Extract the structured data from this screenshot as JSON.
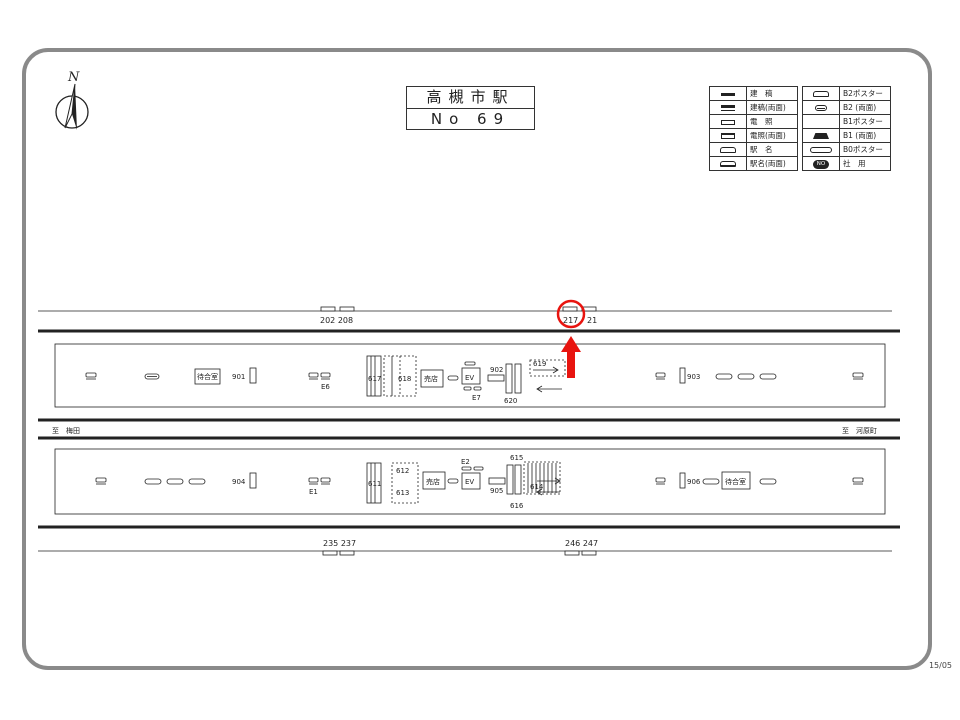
{
  "header": {
    "north_letter": "N",
    "station_name": "高槻市駅",
    "station_no": "No 69"
  },
  "legend": {
    "left": [
      {
        "icon": "filled-bar-icon",
        "label": "建　稿"
      },
      {
        "icon": "double-filled-bar-icon",
        "label": "建稿(両面)"
      },
      {
        "icon": "outline-rect-icon",
        "label": "電　照"
      },
      {
        "icon": "double-outline-rect-icon",
        "label": "電照(両面)"
      },
      {
        "icon": "rounded-sign-icon",
        "label": "駅　名"
      },
      {
        "icon": "double-rounded-sign-icon",
        "label": "駅名(両面)"
      }
    ],
    "right": [
      {
        "icon": "b2-poster-icon",
        "label": "B2ポスター"
      },
      {
        "icon": "b2-double-icon",
        "label": "B2 (両面)"
      },
      {
        "icon": "triangle-icon",
        "label": "B1ポスター"
      },
      {
        "icon": "trapezoid-icon",
        "label": "B1 (両面)"
      },
      {
        "icon": "long-rounded-icon",
        "label": "B0ポスター"
      },
      {
        "icon": "no-badge-icon",
        "label": "社　用",
        "badge": "NO"
      }
    ]
  },
  "directions": {
    "left": "至　梅田",
    "right": "至　河原町"
  },
  "top_track_labels": [
    "202 208",
    "217",
    "21"
  ],
  "bottom_track_labels": [
    "235 237",
    "246 247"
  ],
  "upper_platform": {
    "waiting_room": "待合室",
    "codes": [
      "901",
      "E6",
      "617",
      "618",
      "売店",
      "EV",
      "902",
      "E7",
      "619",
      "620",
      "903"
    ]
  },
  "lower_platform": {
    "waiting_room": "待合室",
    "codes": [
      "904",
      "E1",
      "611",
      "612",
      "613",
      "売店",
      "E2",
      "EV",
      "905",
      "615",
      "614",
      "616",
      "906"
    ]
  },
  "highlight": {
    "target": "217",
    "color": "#e8140f"
  },
  "page_number": "15/05"
}
